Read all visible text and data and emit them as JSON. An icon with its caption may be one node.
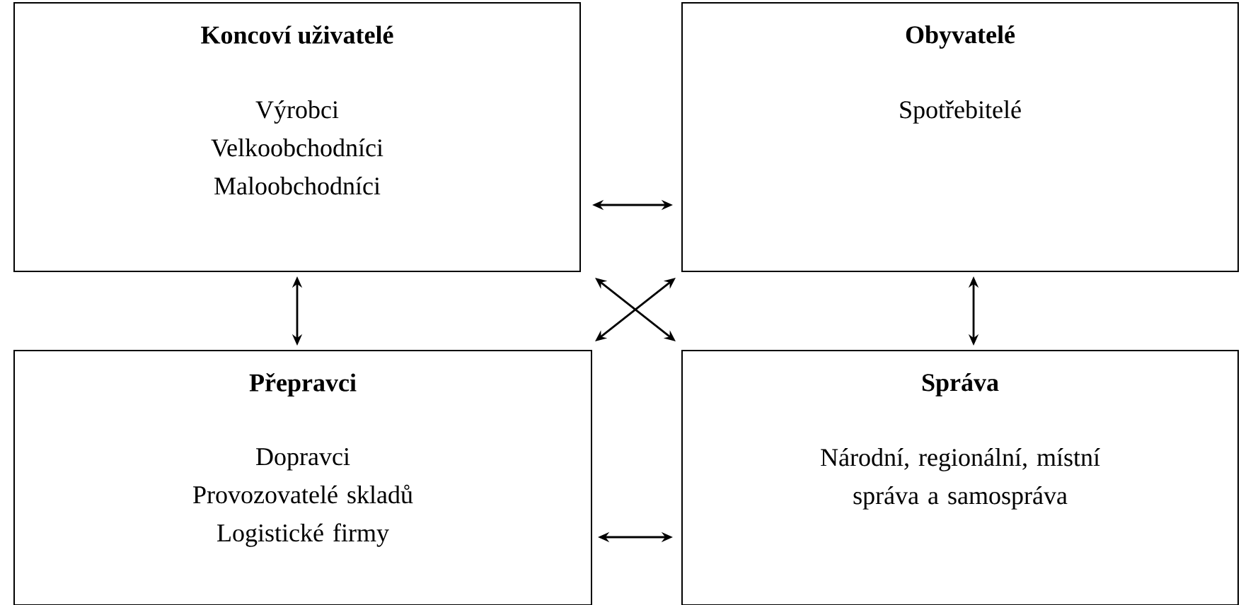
{
  "diagram": {
    "nodes": [
      {
        "text": [
          "Koncoví uživatelé",
          "Výrobci",
          "Velkoobchodníci",
          "Maloobchodníci"
        ]
      },
      {
        "text": [
          "Obyvatelé",
          "Spotřebitelé"
        ]
      },
      {
        "text": [
          "Přepravci",
          "Dopravci",
          "Provozovatelé skladů",
          "Logistické firmy"
        ]
      },
      {
        "text": [
          "Správa",
          "Národní, regionální, místní správa a samospráva"
        ]
      }
    ],
    "edges": [
      {
        "from": 0,
        "to": 1,
        "arrow": "both"
      },
      {
        "from": 0,
        "to": 2,
        "arrow": "both"
      },
      {
        "from": 1,
        "to": 3,
        "arrow": "both"
      },
      {
        "from": 0,
        "to": 3,
        "arrow": "both"
      },
      {
        "from": 1,
        "to": 2,
        "arrow": "both"
      },
      {
        "from": 2,
        "to": 3,
        "arrow": "both"
      }
    ]
  }
}
